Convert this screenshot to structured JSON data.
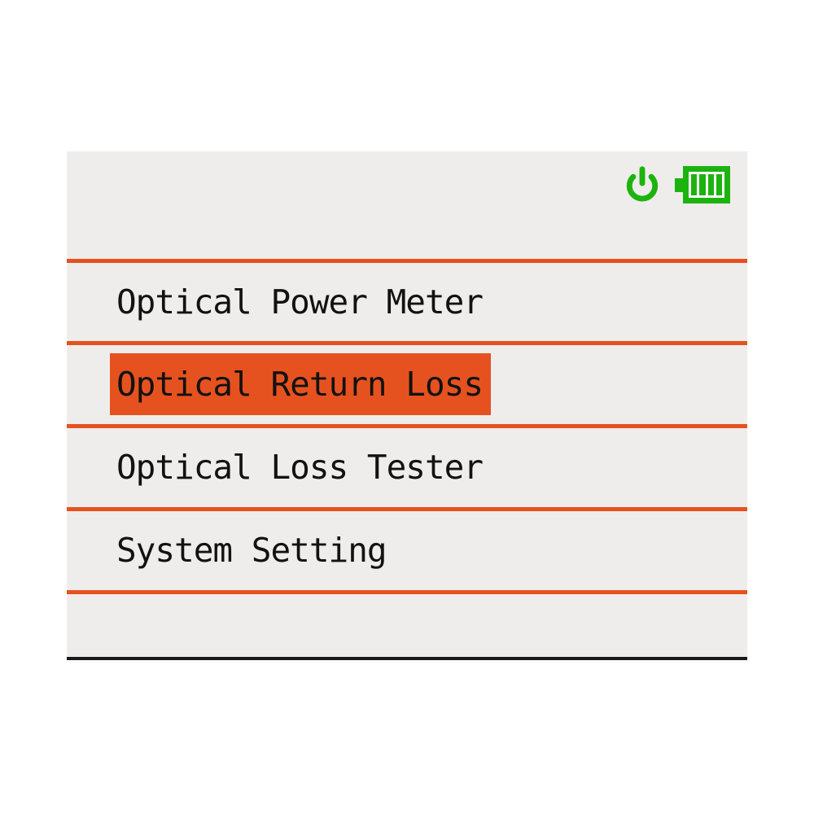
{
  "device_screen": {
    "description": "Optical test instrument main menu"
  },
  "status_bar": {
    "icons": [
      {
        "name": "power-icon",
        "color": "#1db30f"
      },
      {
        "name": "battery-icon",
        "color": "#1db30f",
        "bars": 4,
        "state": "full"
      }
    ]
  },
  "menu": {
    "selected_index": 1,
    "items": [
      {
        "label": "Optical Power Meter",
        "selected": false
      },
      {
        "label": "Optical Return Loss",
        "selected": true
      },
      {
        "label": "Optical Loss Tester",
        "selected": false
      },
      {
        "label": "System Setting",
        "selected": false
      }
    ]
  },
  "colors": {
    "accent_orange": "#e6511d",
    "highlight_orange": "#e6521f",
    "status_green": "#1db30f",
    "screen_background": "#eeedec",
    "text": "#121212",
    "bottom_border": "#1a1a1a",
    "page_background": "#ffffff"
  }
}
